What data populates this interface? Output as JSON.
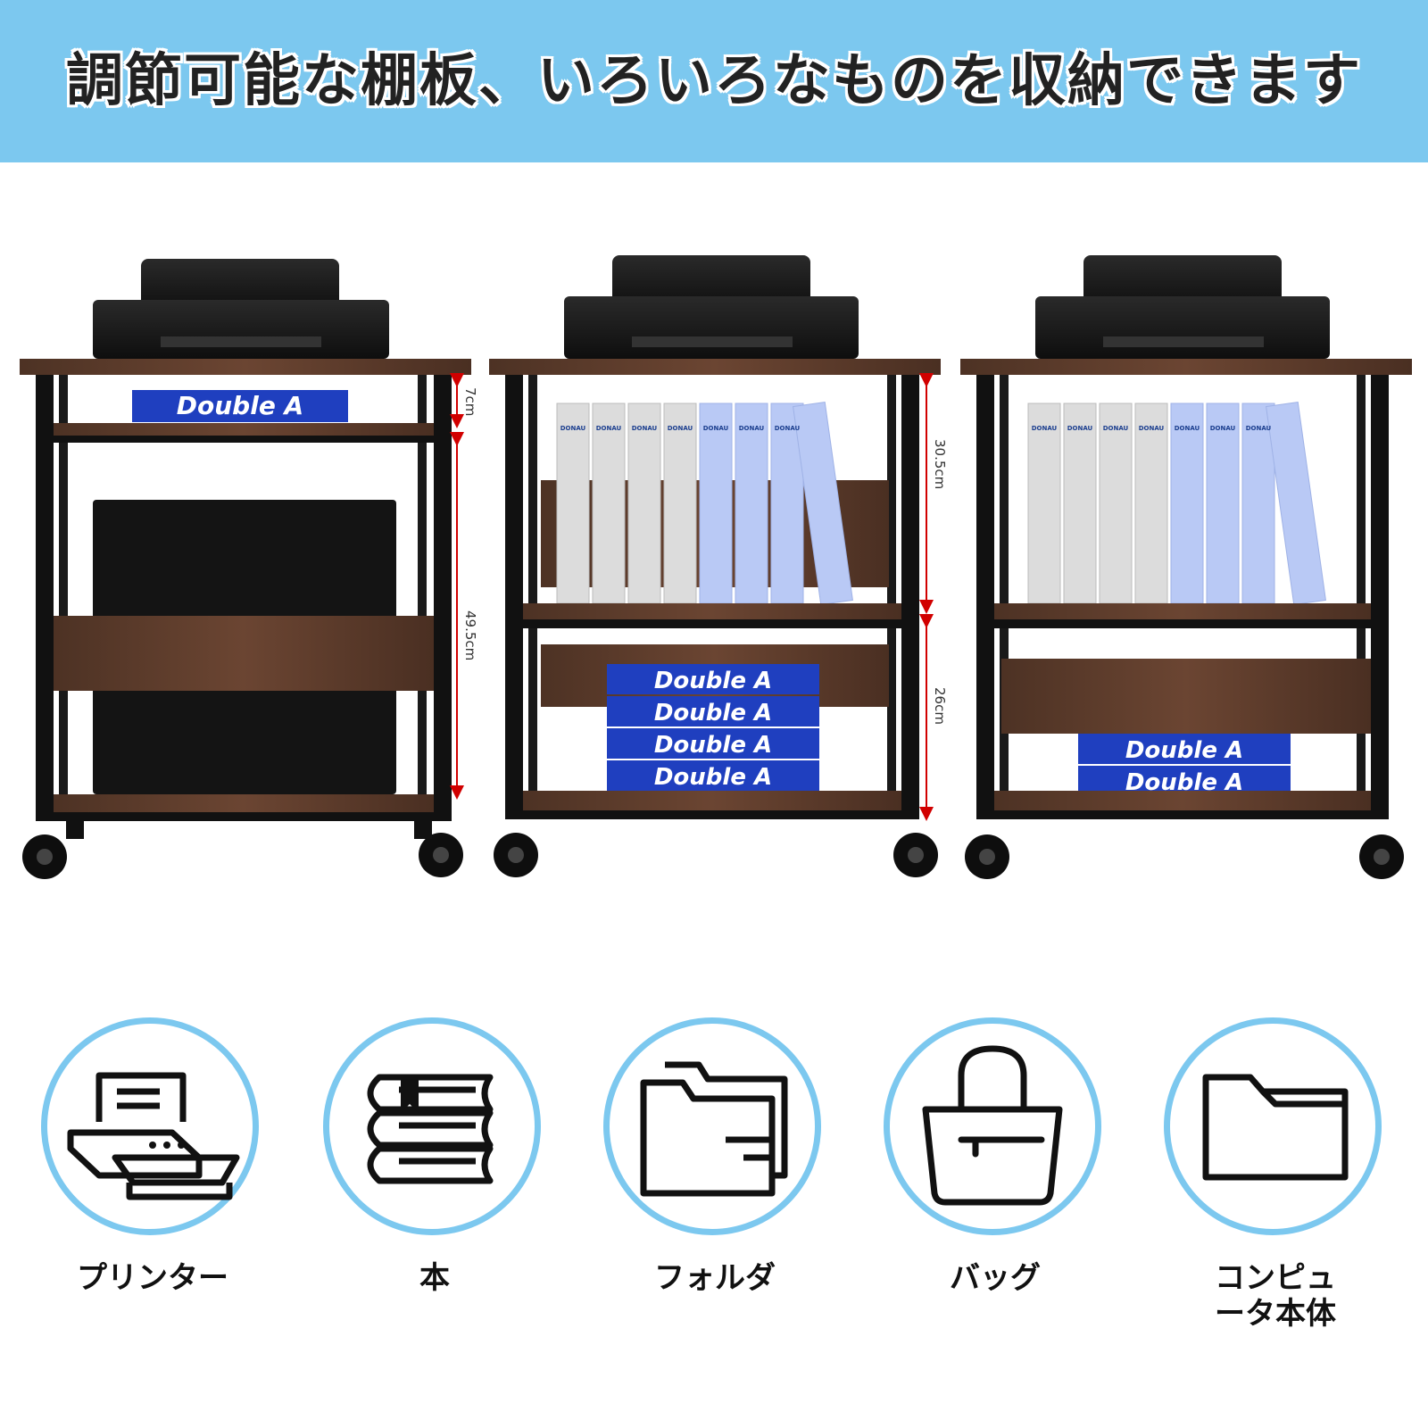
{
  "banner": {
    "title": "調節可能な棚板、いろいろなものを収納できます",
    "background_color": "#7cc8ef"
  },
  "units": [
    {
      "box_labels": [
        "Double A"
      ],
      "dimensions": [
        "7cm",
        "49.5cm"
      ]
    },
    {
      "box_labels": [
        "Double A",
        "Double A",
        "Double A",
        "Double A"
      ],
      "binder_label": "DONAU",
      "dimensions": [
        "30.5cm",
        "26cm"
      ]
    },
    {
      "box_labels": [
        "Double A",
        "Double A"
      ],
      "binder_label": "DONAU"
    }
  ],
  "colors": {
    "wood": "#5a3a2a",
    "frame": "#111111",
    "box_blue": "#1f3fbf",
    "binder_grey": "#dcdcdc",
    "binder_blue": "#b9c9f5",
    "dimension_red": "#d10000"
  },
  "categories": [
    {
      "icon": "printer-icon",
      "label": "プリンター"
    },
    {
      "icon": "book-icon",
      "label": "本"
    },
    {
      "icon": "folder-icon",
      "label": "フォルダ"
    },
    {
      "icon": "bag-icon",
      "label": "バッグ"
    },
    {
      "icon": "computer-case-icon",
      "label": "コンピュ\nータ本体"
    }
  ]
}
